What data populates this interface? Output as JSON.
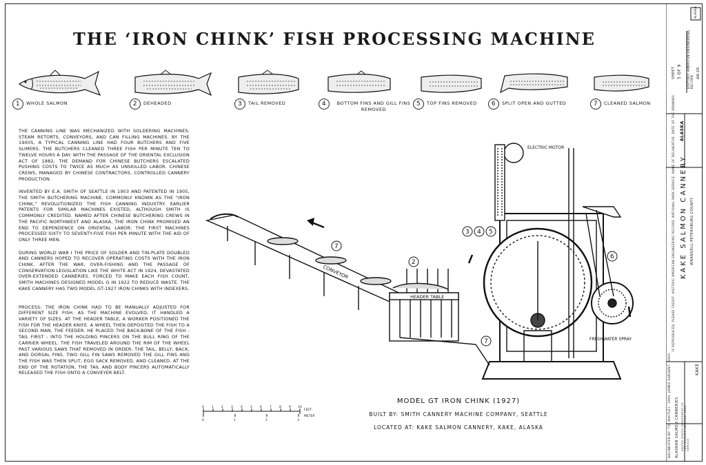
{
  "title": "THE ‘IRON CHINK’ FISH PROCESSING MACHINE",
  "fish_steps": [
    {
      "num": "1",
      "label": "WHOLE SALMON"
    },
    {
      "num": "2",
      "label": "DEHEADED"
    },
    {
      "num": "3",
      "label": "TAIL REMOVED"
    },
    {
      "num": "4",
      "label": "BOTTOM FINS AND GILL FINS REMOVED"
    },
    {
      "num": "5",
      "label": "TOP FINS REMOVED"
    },
    {
      "num": "6",
      "label": "SPLIT OPEN AND GUTTED"
    },
    {
      "num": "7",
      "label": "CLEANED SALMON"
    }
  ],
  "paragraphs": [
    "THE CANNING LINE WAS MECHANIZED WITH SOLDERING MACHINES, STEAM RETORTS, CONVEYORS, AND CAN FILLING MACHINES. BY THE 1900s, A TYPICAL CANNING LINE HAD FOUR BUTCHERS AND FIVE SLIMERS. THE BUTCHERS CLEANED THREE FISH PER MINUTE TEN TO TWELVE HOURS A DAY. WITH THE PASSAGE OF THE ORIENTAL EXCLUSION ACT OF 1882, THE DEMAND FOR CHINESE BUTCHERS ESCALATED PUSHING COSTS TO TWICE AS MUCH AS UNSKILLED LABOR. CHINESE CREWS, MANAGED BY CHINESE CONTRACTORS, CONTROLLED CANNERY PRODUCTION.",
    "INVENTED BY E.A. SMITH OF SEATTLE IN 1903 AND PATENTED IN 1905, THE SMITH BUTCHERING MACHINE, COMMONLY KNOWN AS THE \"IRON CHINK,\" REVOLUTIONIZED THE FISH CANNING INDUSTRY. EARLIER PATENTS FOR SIMILAR MACHINES EXISTED, ALTHOUGH SMITH IS COMMONLY CREDITED. NAMED AFTER CHINESE BUTCHERING CREWS IN THE PACIFIC NORTHWEST AND ALASKA, THE IRON CHINK PROMISED AN END TO DEPENDENCE ON ORIENTAL LABOR; THE FIRST MACHINES PROCESSED SIXTY TO SEVENTY-FIVE FISH PER MINUTE WITH THE AID OF ONLY THREE MEN.",
    "DURING WORLD WAR I THE PRICE OF SOLDER AND TIN-PLATE DOUBLED AND CANNERS HOPED TO RECOVER OPERATING COSTS WITH THE IRON CHINK. AFTER THE WAR, OVER-FISHING AND THE PASSAGE OF CONSERVATION LEGISLATION LIKE THE WHITE ACT IN 1924, DEVASTATED OVER-EXTENDED CANNERIES. FORCED TO MAKE EACH FISH COUNT, SMITH MACHINES DESIGNED MODEL G IN 1922 TO REDUCE WASTE. THE KAKE CANNERY HAS TWO MODEL GT-1927 IRON CHINKS WITH INDEXERS.",
    "PROCESS: THE IRON CHINK HAD TO BE MANUALLY ADJUSTED FOR DIFFERENT SIZE FISH. AS THE MACHINE EVOLVED, IT HANDLED A VARIETY OF SIZES. AT THE HEADER TABLE, A WORKER POSITIONED THE FISH FOR THE HEADER KNIFE. A WHEEL THEN DEPOSITED THE FISH TO A SECOND MAN, THE FEEDER. HE PLACED THE BACK-BONE OF THE FISH - TAIL FIRST - INTO THE HOLDING PINCERS ON THE BULL RING OF THE CARRIER WHEEL. THE FISH TRAVELED AROUND THE RIM OF THE WHEEL PAST VARIOUS SAWS THAT REMOVED IN ORDER: THE TAIL, BELLY, BACK, AND DORSAL FINS. TWO GILL FIN SAWS REMOVED THE GILL FINS AND THE FISH WAS THEN SPLIT, EGG SACK REMOVED, AND CLEANED. AT THE END OF THE ROTATION, THE TAIL AND BODY PINCERS AUTOMATICALLY RELEASED THE FISH ONTO A CONVEYER BELT."
  ],
  "drawing_labels": {
    "electric_motor": "ELECTRIC MOTOR",
    "conveyor": "CONVEYOR",
    "header_table": "HEADER TABLE",
    "freshwater_spray": "FRESHWATER SPRAY",
    "n2": "2",
    "n3": "3",
    "n4": "4",
    "n5": "5",
    "n6": "6",
    "n7a": "7",
    "n7b": "7"
  },
  "caption": {
    "model": "MODEL GT IRON CHINK (1927)",
    "built_by": "BUILT BY: SMITH CANNERY MACHINE COMPANY, SEATTLE",
    "located_at": "LOCATED AT: KAKE SALMON CANNERY, KAKE, ALASKA"
  },
  "scale": {
    "feet_label": "FEET",
    "meter_label": "METER",
    "feet_ticks": [
      "0",
      "1",
      "2",
      "3",
      "4",
      "5",
      "6",
      "7",
      "8",
      "9",
      "10"
    ],
    "meter_ticks": [
      "0",
      "1",
      "2",
      "3"
    ]
  },
  "title_block": {
    "delineator": "DELINEATED BY: TIM WHITLEY, 1993, JAMES SARGENT, 1993",
    "series": "ALASKAN SALMON CANNERIES",
    "agency": "UNITED STATES DEPARTMENT OF THE INTERIOR NATIONAL PARK SERVICE",
    "name": "KAKE SALMON CANNERY",
    "county": "WRANGELL-PETERSBURG COUNTY",
    "place": "KAKE",
    "state": "ALASKA",
    "reproduction_note": "IF REPRODUCED, PLEASE CREDIT: HISTORIC AMERICAN ENGINEERING RECORD, NATIONAL PARK SERVICE, NAME OF DELINEATOR, DATE OF THE DRAWING",
    "sheet_label": "SHEET",
    "sheet_of": "5 OF 9",
    "record_label": "HISTORIC AMERICAN ENGINEERING RECORD",
    "record_no": "AK-26",
    "corner_box": "ALASKA"
  }
}
